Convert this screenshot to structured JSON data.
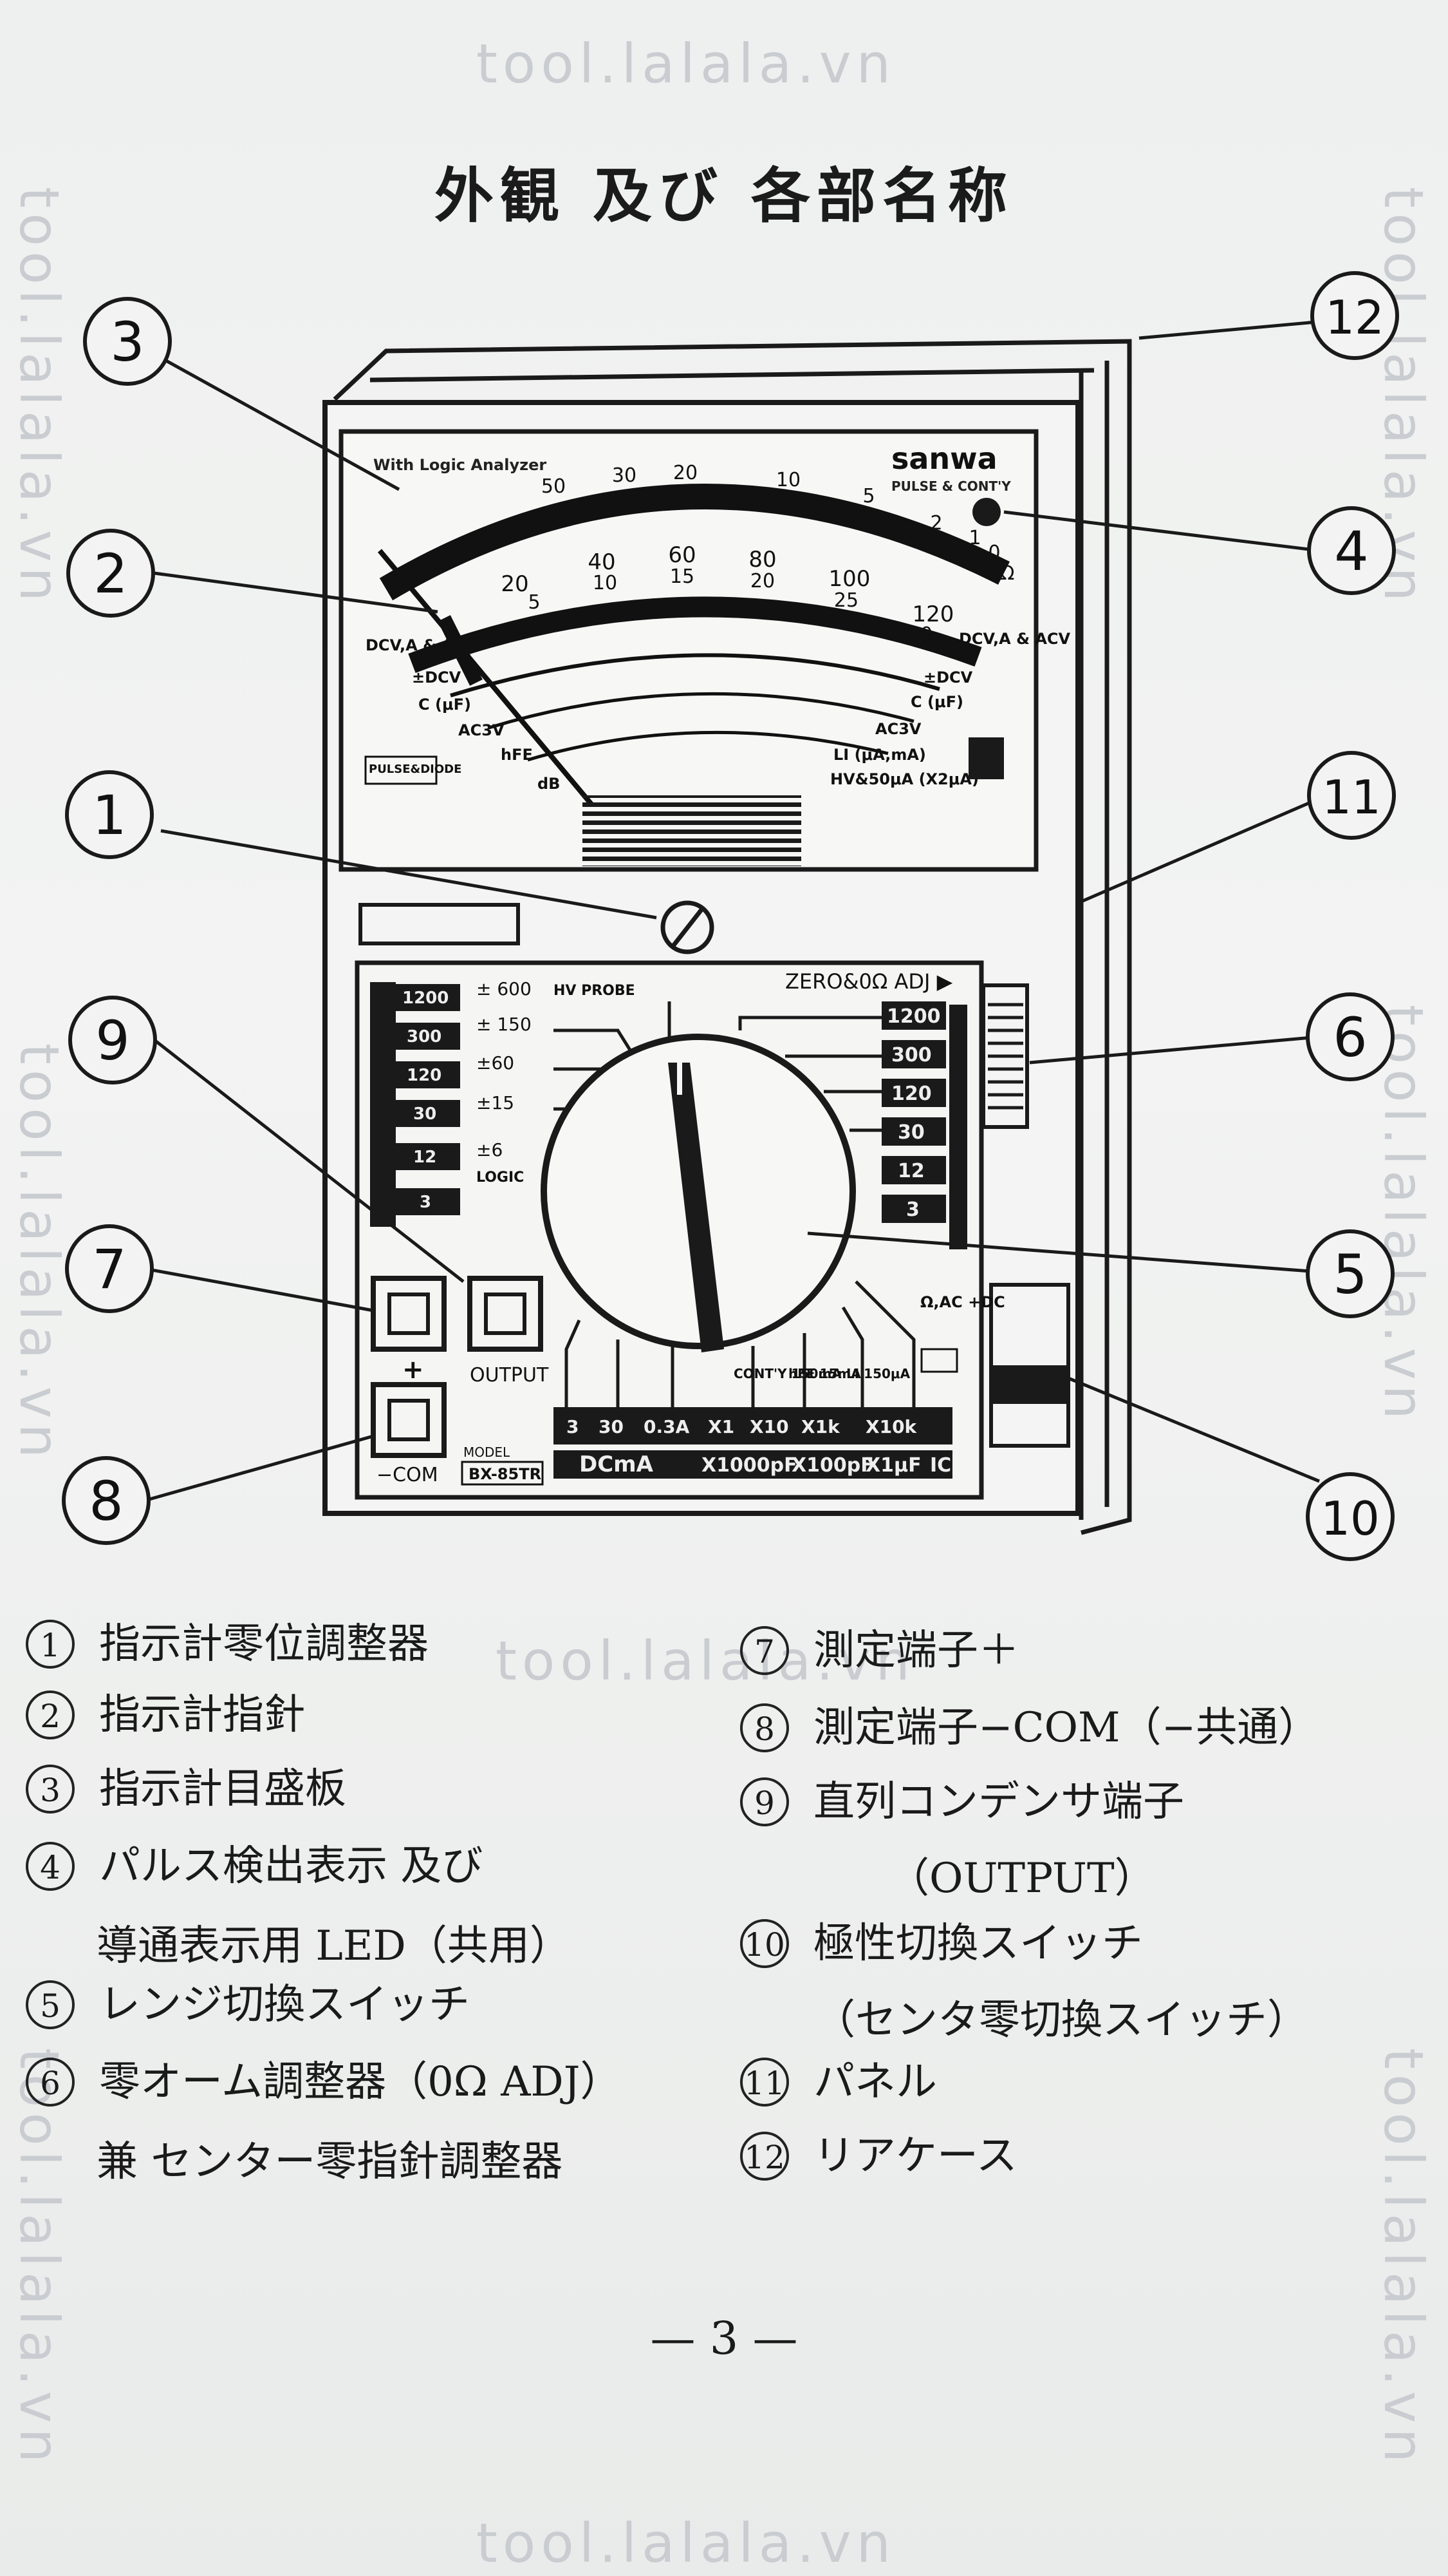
{
  "page": {
    "title": "外観 及び 各部名称",
    "page_number": "— 3 —",
    "watermark": "tool.lalala.vn"
  },
  "meter": {
    "brand": "sanwa",
    "brand_sub": "PULSE & CONT'Y",
    "logic_label": "With Logic Analyzer",
    "scale_top": [
      "50",
      "30",
      "20",
      "10",
      "5",
      "2",
      "1",
      "0",
      "Ω"
    ],
    "scale_mid": [
      "20",
      "40",
      "60",
      "80",
      "100",
      "120"
    ],
    "scale_mid2": [
      "5",
      "10",
      "15",
      "20",
      "25",
      "30"
    ],
    "label_dcv": "DCV,A & ACV",
    "label_dcv_r": "DCV,A & ACV",
    "label_pmdcv": "±DCV",
    "label_pmdcv_r": "±DCV",
    "label_cuf": "C (μF)",
    "label_cuf_r": "C (μF)",
    "label_ac3v": "AC3V",
    "label_ac3v_r": "AC3V",
    "label_hfe": "hFE",
    "label_li": "LI (μA,mA)",
    "label_hv": "HV&50μA (X2μA)",
    "label_db": "dB",
    "label_pulse": "PULSE&DIODE",
    "label_zero_adj": "ZERO&0Ω ADJ ▶",
    "label_hv_probe": "HV PROBE",
    "pm_ranges": [
      "± 600",
      "± 150",
      "±60",
      "±15",
      "±6"
    ],
    "label_logic": "LOGIC",
    "left_ranges": [
      "1200",
      "300",
      "120",
      "30",
      "12",
      "3"
    ],
    "right_ranges": [
      "1200",
      "300",
      "120",
      "30",
      "12",
      "3"
    ],
    "omega_ac": "Ω,AC +DC",
    "bottom_ranges": [
      "3",
      "30",
      "0.3A",
      "X1",
      "X10",
      "X1k",
      "X10k"
    ],
    "contv": "CONT'Y 150mA",
    "hfe": "hFE 15mA",
    "li": "LI 150μA",
    "dcma": "DCmA",
    "x1000pf": "X1000pF",
    "x100pf": "X100pF",
    "x1uf": "X1μF",
    "ic": "IC",
    "output_label": "OUTPUT",
    "plus_label": "+",
    "com_label": "−COM",
    "model_label": "MODEL",
    "model_value": "BX-85TR"
  },
  "callouts": [
    "1",
    "2",
    "3",
    "4",
    "5",
    "6",
    "7",
    "8",
    "9",
    "10",
    "11",
    "12"
  ],
  "parts_left": [
    {
      "num": "1",
      "name": "指示計零位調整器"
    },
    {
      "num": "2",
      "name": "指示計指針"
    },
    {
      "num": "3",
      "name": "指示計目盛板"
    },
    {
      "num": "4",
      "name": "パルス検出表示 及び",
      "cont": "導通表示用 LED（共用）"
    },
    {
      "num": "5",
      "name": "レンジ切換スイッチ"
    },
    {
      "num": "6",
      "name": "零オーム調整器（0Ω ADJ）",
      "cont": "兼 センター零指針調整器"
    }
  ],
  "parts_right": [
    {
      "num": "7",
      "name": "測定端子＋"
    },
    {
      "num": "8",
      "name": "測定端子−COM（−共通）"
    },
    {
      "num": "9",
      "name": "直列コンデンサ端子",
      "cont": "（OUTPUT）"
    },
    {
      "num": "10",
      "name": "極性切換スイッチ",
      "cont": "（センタ零切換スイッチ）"
    },
    {
      "num": "11",
      "name": "パネル"
    },
    {
      "num": "12",
      "name": "リアケース"
    }
  ]
}
